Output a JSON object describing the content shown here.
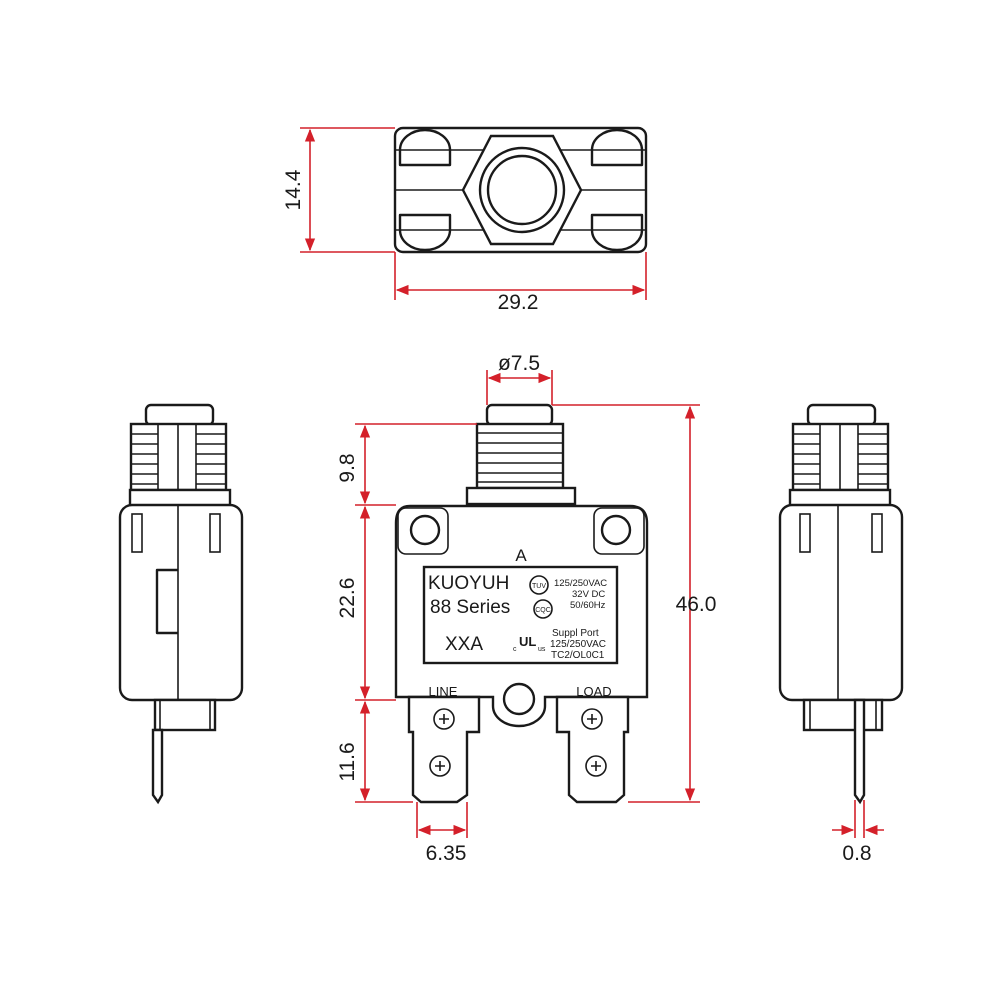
{
  "dimensions": {
    "top_height": "14.4",
    "top_width": "29.2",
    "button_dia": "ø7.5",
    "button_height": "9.8",
    "body_height": "22.6",
    "terminal_height": "11.6",
    "total_height": "46.0",
    "terminal_width": "6.35",
    "terminal_thickness": "0.8"
  },
  "label": {
    "rating": "A",
    "brand": "KUOYUH",
    "series": "88 Series",
    "model": "XXA",
    "spec_line1": "125/250VAC",
    "spec_line2": "32V DC",
    "spec_line3": "50/60Hz",
    "supp_line1": "Suppl Port",
    "supp_line2": "125/250VAC",
    "supp_line3": "TC2/OL0C1",
    "tuv_mark": "TUV",
    "cqc_mark": "CQC",
    "ul_mark": "UL",
    "ul_c": "c",
    "ul_us": "us"
  },
  "terminals": {
    "left": "LINE",
    "right": "LOAD"
  },
  "colors": {
    "outline": "#1a1a1a",
    "dimension": "#d4202a"
  }
}
